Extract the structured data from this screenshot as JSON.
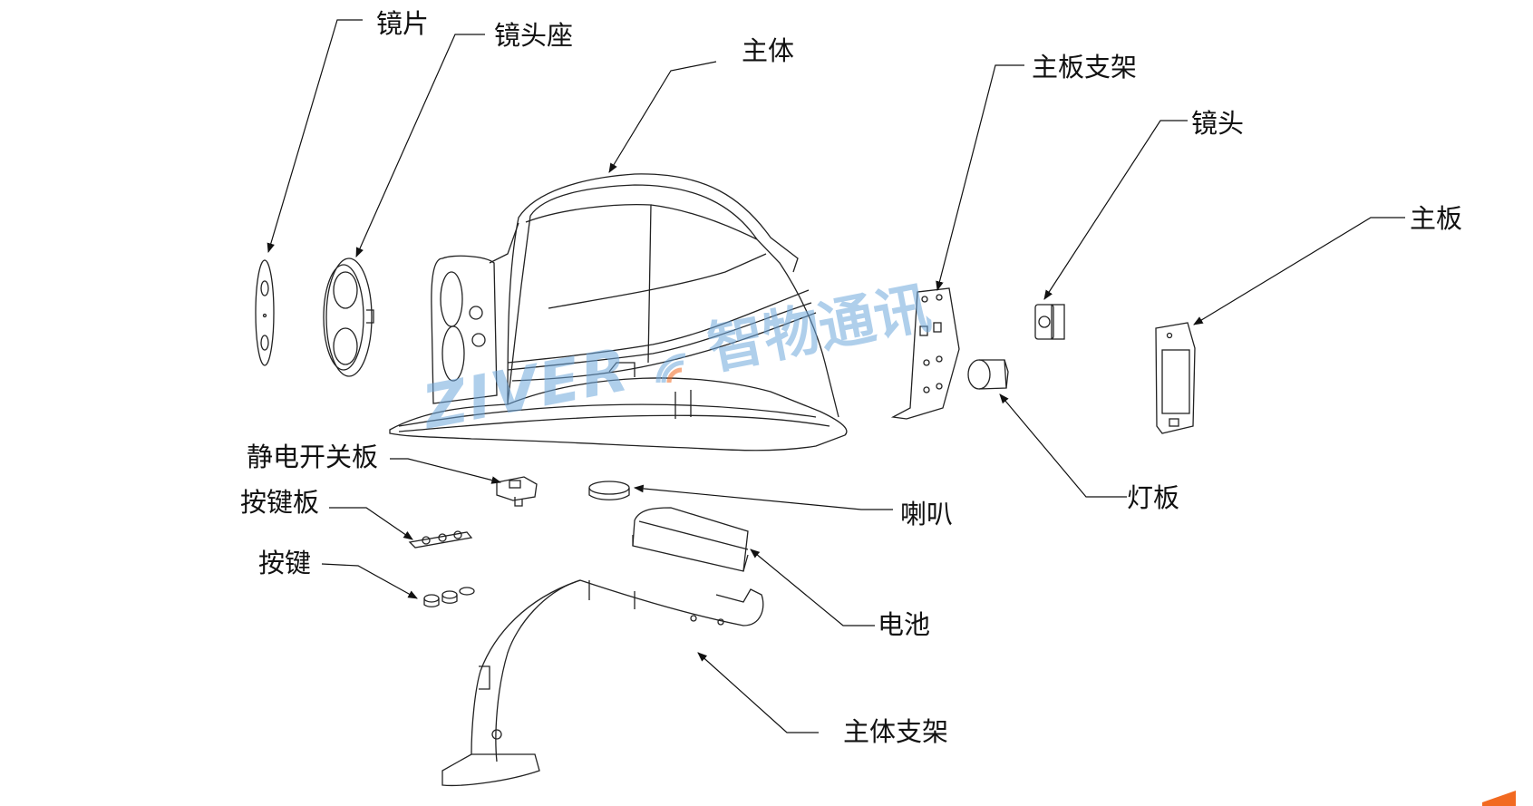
{
  "labels": {
    "lens": "镜片",
    "lens_holder": "镜头座",
    "main_body": "主体",
    "board_bracket": "主板支架",
    "camera": "镜头",
    "main_board": "主板",
    "light_board": "灯板",
    "static_switch_board": "静电开关板",
    "speaker": "喇叭",
    "key_board": "按键板",
    "key": "按键",
    "battery": "电池",
    "body_bracket": "主体支架"
  },
  "watermark": {
    "brand_latin": "ZIVER",
    "brand_cn": "智物通讯",
    "color": "#6fa8dc"
  },
  "colors": {
    "line": "#222222",
    "accent": "#f26a21"
  }
}
